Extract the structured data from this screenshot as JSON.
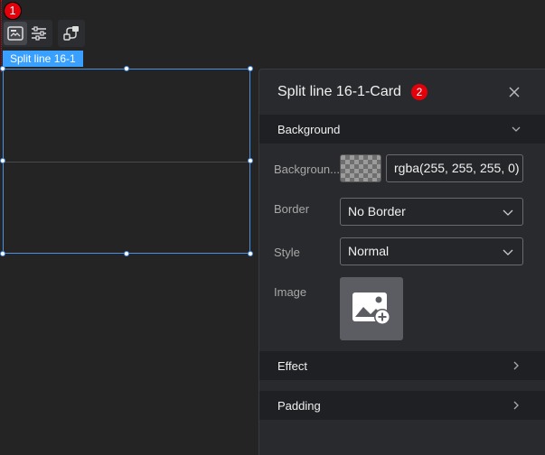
{
  "canvas": {
    "badge_toolbar": "1",
    "component_tag": "Split line 16-1",
    "toolbar_icons": [
      "image-icon",
      "sliders-icon",
      "link-icon"
    ]
  },
  "panel": {
    "title": "Split line 16-1-Card",
    "badge": "2",
    "sections": {
      "background": "Background",
      "effect": "Effect",
      "padding": "Padding"
    },
    "fields": {
      "background_color_label": "Backgroun...",
      "background_color_value": "rgba(255, 255, 255, 0)",
      "border_label": "Border",
      "border_value": "No Border",
      "style_label": "Style",
      "style_value": "Normal",
      "image_label": "Image"
    }
  },
  "colors": {
    "accent": "#3aa0ff",
    "badge": "#e3000b",
    "selection": "#4a90e2"
  }
}
